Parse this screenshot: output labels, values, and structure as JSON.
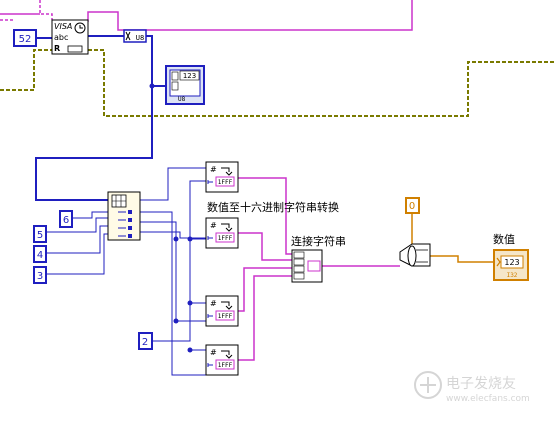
{
  "diagram": {
    "constants": {
      "visa_count": "52",
      "split_size": "6",
      "in_a": "5",
      "in_b": "4",
      "in_c": "3",
      "in_d": "2",
      "compare_zero": "0"
    },
    "labels": {
      "hex_convert": "数值至十六进制字符串转换",
      "concat": "连接字符串",
      "indicator": "数值"
    },
    "visa_read": {
      "line1": "VISA",
      "line2": "abc",
      "line3": "R"
    },
    "type_u8": "U8",
    "indicator_u8": {
      "value": "123",
      "type": "U8"
    },
    "numeric_indicator": {
      "value": "123",
      "type": "I32"
    },
    "num_to_hex_node": {
      "hash": "#",
      "fmt": "1FFF"
    },
    "watermark": "电子发烧友 www.elecfans.com",
    "colors": {
      "blue_wire": "#1f1fbf",
      "pink_wire": "#cc33cc",
      "olive_wire": "#7a7a00",
      "orange_wire": "#d08000",
      "node_border": "#000000",
      "bg": "#ffffff"
    }
  }
}
